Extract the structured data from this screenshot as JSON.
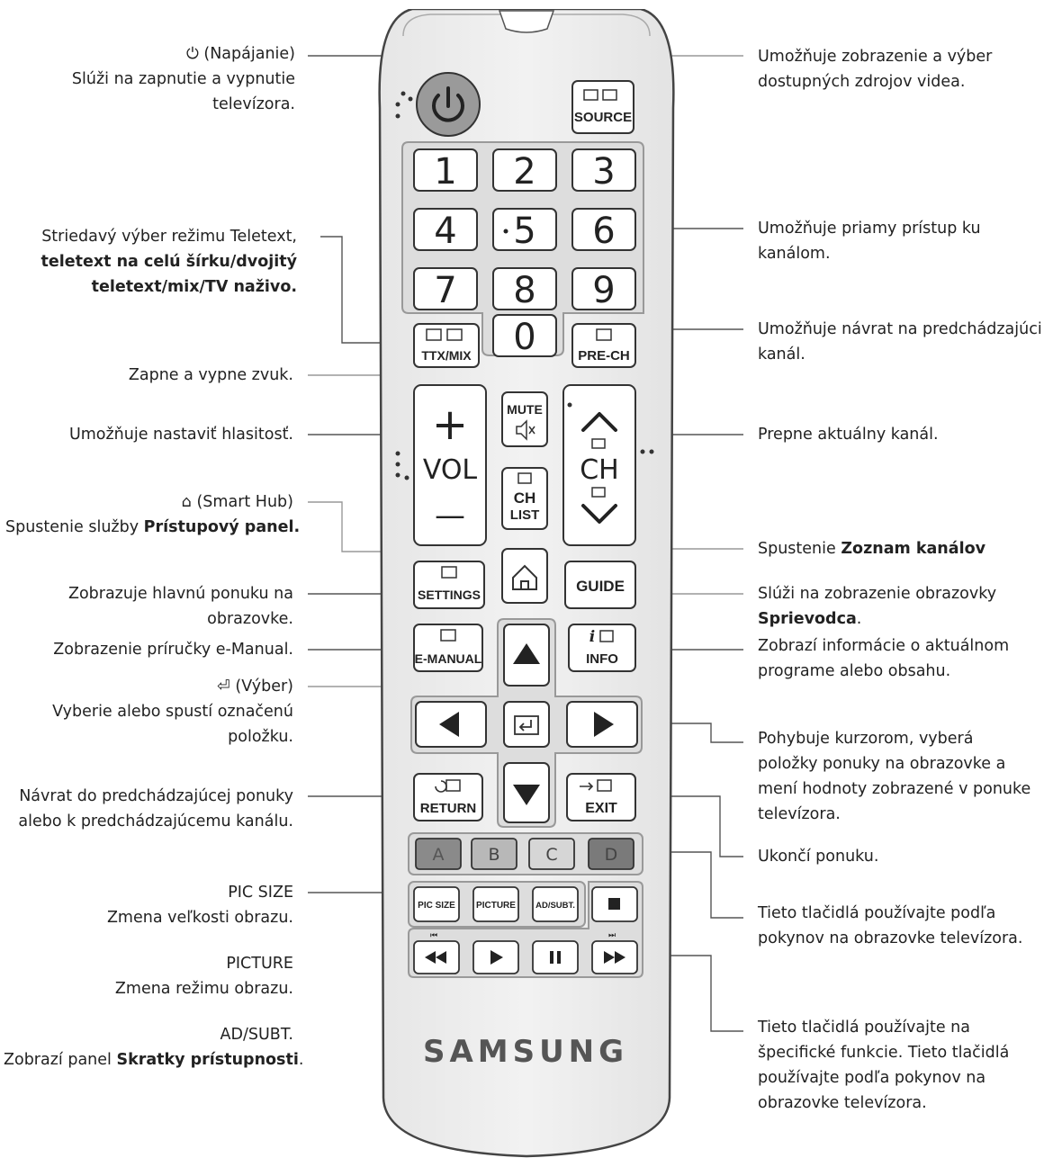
{
  "remote": {
    "brand": "SAMSUNG",
    "buttons": {
      "source": "SOURCE",
      "digits": [
        "1",
        "2",
        "3",
        "4",
        "5",
        "6",
        "7",
        "8",
        "9"
      ],
      "zero": "0",
      "ttx": "TTX/MIX",
      "prech": "PRE-CH",
      "mute": "MUTE",
      "vol": "VOL",
      "vol_plus": "+",
      "vol_minus": "—",
      "ch": "CH",
      "chlist_1": "CH",
      "chlist_2": "LIST",
      "settings": "SETTINGS",
      "guide": "GUIDE",
      "emanual": "E-MANUAL",
      "info": "INFO",
      "return": "RETURN",
      "exit": "EXIT",
      "color_a": "A",
      "color_b": "B",
      "color_c": "C",
      "color_d": "D",
      "picsize": "PIC SIZE",
      "picture": "PICTURE",
      "adsubt": "AD/SUBT."
    }
  },
  "labels": {
    "power_title": "(Napájanie)",
    "power_desc_1": "Slúži na zapnutie a vypnutie",
    "power_desc_2": "televízora.",
    "ttx_1": "Striedavý výber režimu Teletext,",
    "ttx_2": "teletext na celú šírku/dvojitý",
    "ttx_3": "teletext/mix/TV naživo.",
    "mute": "Zapne a vypne zvuk.",
    "vol": "Umožňuje nastaviť hlasitosť.",
    "smarthub_title": "(Smart Hub)",
    "smarthub_desc_plain": "Spustenie služby",
    "smarthub_desc_bold": "Prístupový panel.",
    "settings_1": "Zobrazuje hlavnú ponuku na",
    "settings_2": "obrazovke.",
    "emanual": "Zobrazenie príručky e-Manual.",
    "select_title": "(Výber)",
    "select_desc_1": "Vyberie alebo spustí označenú",
    "select_desc_2": "položku.",
    "return_1": "Návrat do predchádzajúcej ponuky",
    "return_2": "alebo k predchádzajúcemu kanálu.",
    "picsize_title": "PIC SIZE",
    "picsize_desc": "Zmena veľkosti obrazu.",
    "picture_title": "PICTURE",
    "picture_desc": "Zmena režimu obrazu.",
    "adsubt_title": "AD/SUBT.",
    "adsubt_desc_plain": "Zobrazí panel",
    "adsubt_desc_bold": "Skratky prístupnosti",
    "adsubt_desc_end": ".",
    "source_1": "Umožňuje zobrazenie a výber",
    "source_2": "dostupných zdrojov videa.",
    "digits_1": "Umožňuje priamy prístup ku",
    "digits_2": "kanálom.",
    "prech_1": "Umožňuje návrat na predchádzajúci",
    "prech_2": "kanál.",
    "ch": "Prepne aktuálny kanál.",
    "chlist_plain": "Spustenie",
    "chlist_bold": "Zoznam kanálov",
    "guide_1": "Slúži na zobrazenie obrazovky",
    "guide_2_bold": "Sprievodca",
    "guide_2_end": ".",
    "info_1": "Zobrazí informácie o aktuálnom",
    "info_2": "programe alebo obsahu.",
    "arrows_1": "Pohybuje kurzorom, vyberá",
    "arrows_2": "položky ponuky na obrazovke a",
    "arrows_3": "mení hodnoty zobrazené v ponuke",
    "arrows_4": "televízora.",
    "exit": "Ukončí ponuku.",
    "color_1": "Tieto tlačidlá používajte podľa",
    "color_2": "pokynov na obrazovke televízora.",
    "media_1": "Tieto tlačidlá používajte na",
    "media_2": "špecifické funkcie. Tieto tlačidlá",
    "media_3": "používajte podľa pokynov na",
    "media_4": "obrazovke televízora."
  }
}
